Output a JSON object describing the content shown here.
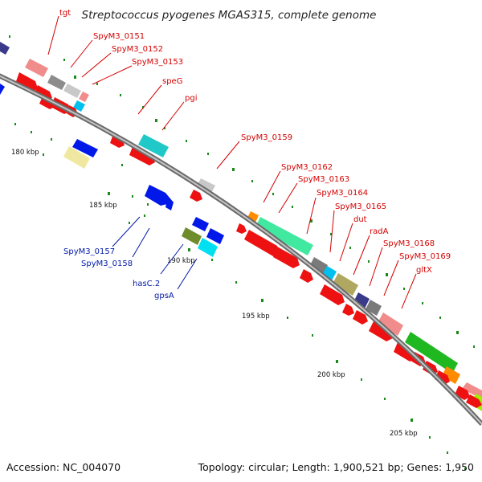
{
  "title": "Streptococcus pyogenes MGAS315, complete genome",
  "footer": {
    "accession": "Accession: NC_004070",
    "summary": "Topology: circular; Length: 1,900,521 bp; Genes: 1,950"
  },
  "colors": {
    "backbone": "#8c8c8c",
    "feature_red": "#ee1111",
    "label_red": "#d40000",
    "label_blue": "#0018a8",
    "tick_green": "#1a8a1a"
  },
  "ticks": [
    {
      "label": "180 kbp"
    },
    {
      "label": "185 kbp"
    },
    {
      "label": "190 kbp"
    },
    {
      "label": "195 kbp"
    },
    {
      "label": "200 kbp"
    },
    {
      "label": "205 kbp"
    }
  ],
  "gene_labels": [
    {
      "name": "tgt",
      "strand": "forward"
    },
    {
      "name": "SpyM3_0151",
      "strand": "forward"
    },
    {
      "name": "SpyM3_0152",
      "strand": "forward"
    },
    {
      "name": "SpyM3_0153",
      "strand": "forward"
    },
    {
      "name": "speG",
      "strand": "forward"
    },
    {
      "name": "pgi",
      "strand": "forward"
    },
    {
      "name": "SpyM3_0159",
      "strand": "forward"
    },
    {
      "name": "SpyM3_0162",
      "strand": "forward"
    },
    {
      "name": "SpyM3_0163",
      "strand": "forward"
    },
    {
      "name": "SpyM3_0164",
      "strand": "forward"
    },
    {
      "name": "SpyM3_0165",
      "strand": "forward"
    },
    {
      "name": "dut",
      "strand": "forward"
    },
    {
      "name": "radA",
      "strand": "forward"
    },
    {
      "name": "SpyM3_0168",
      "strand": "forward"
    },
    {
      "name": "SpyM3_0169",
      "strand": "forward"
    },
    {
      "name": "gltX",
      "strand": "forward"
    },
    {
      "name": "SpyM3_0157",
      "strand": "reverse"
    },
    {
      "name": "SpyM3_0158",
      "strand": "reverse"
    },
    {
      "name": "hasC.2",
      "strand": "reverse"
    },
    {
      "name": "gpsA",
      "strand": "reverse"
    }
  ]
}
